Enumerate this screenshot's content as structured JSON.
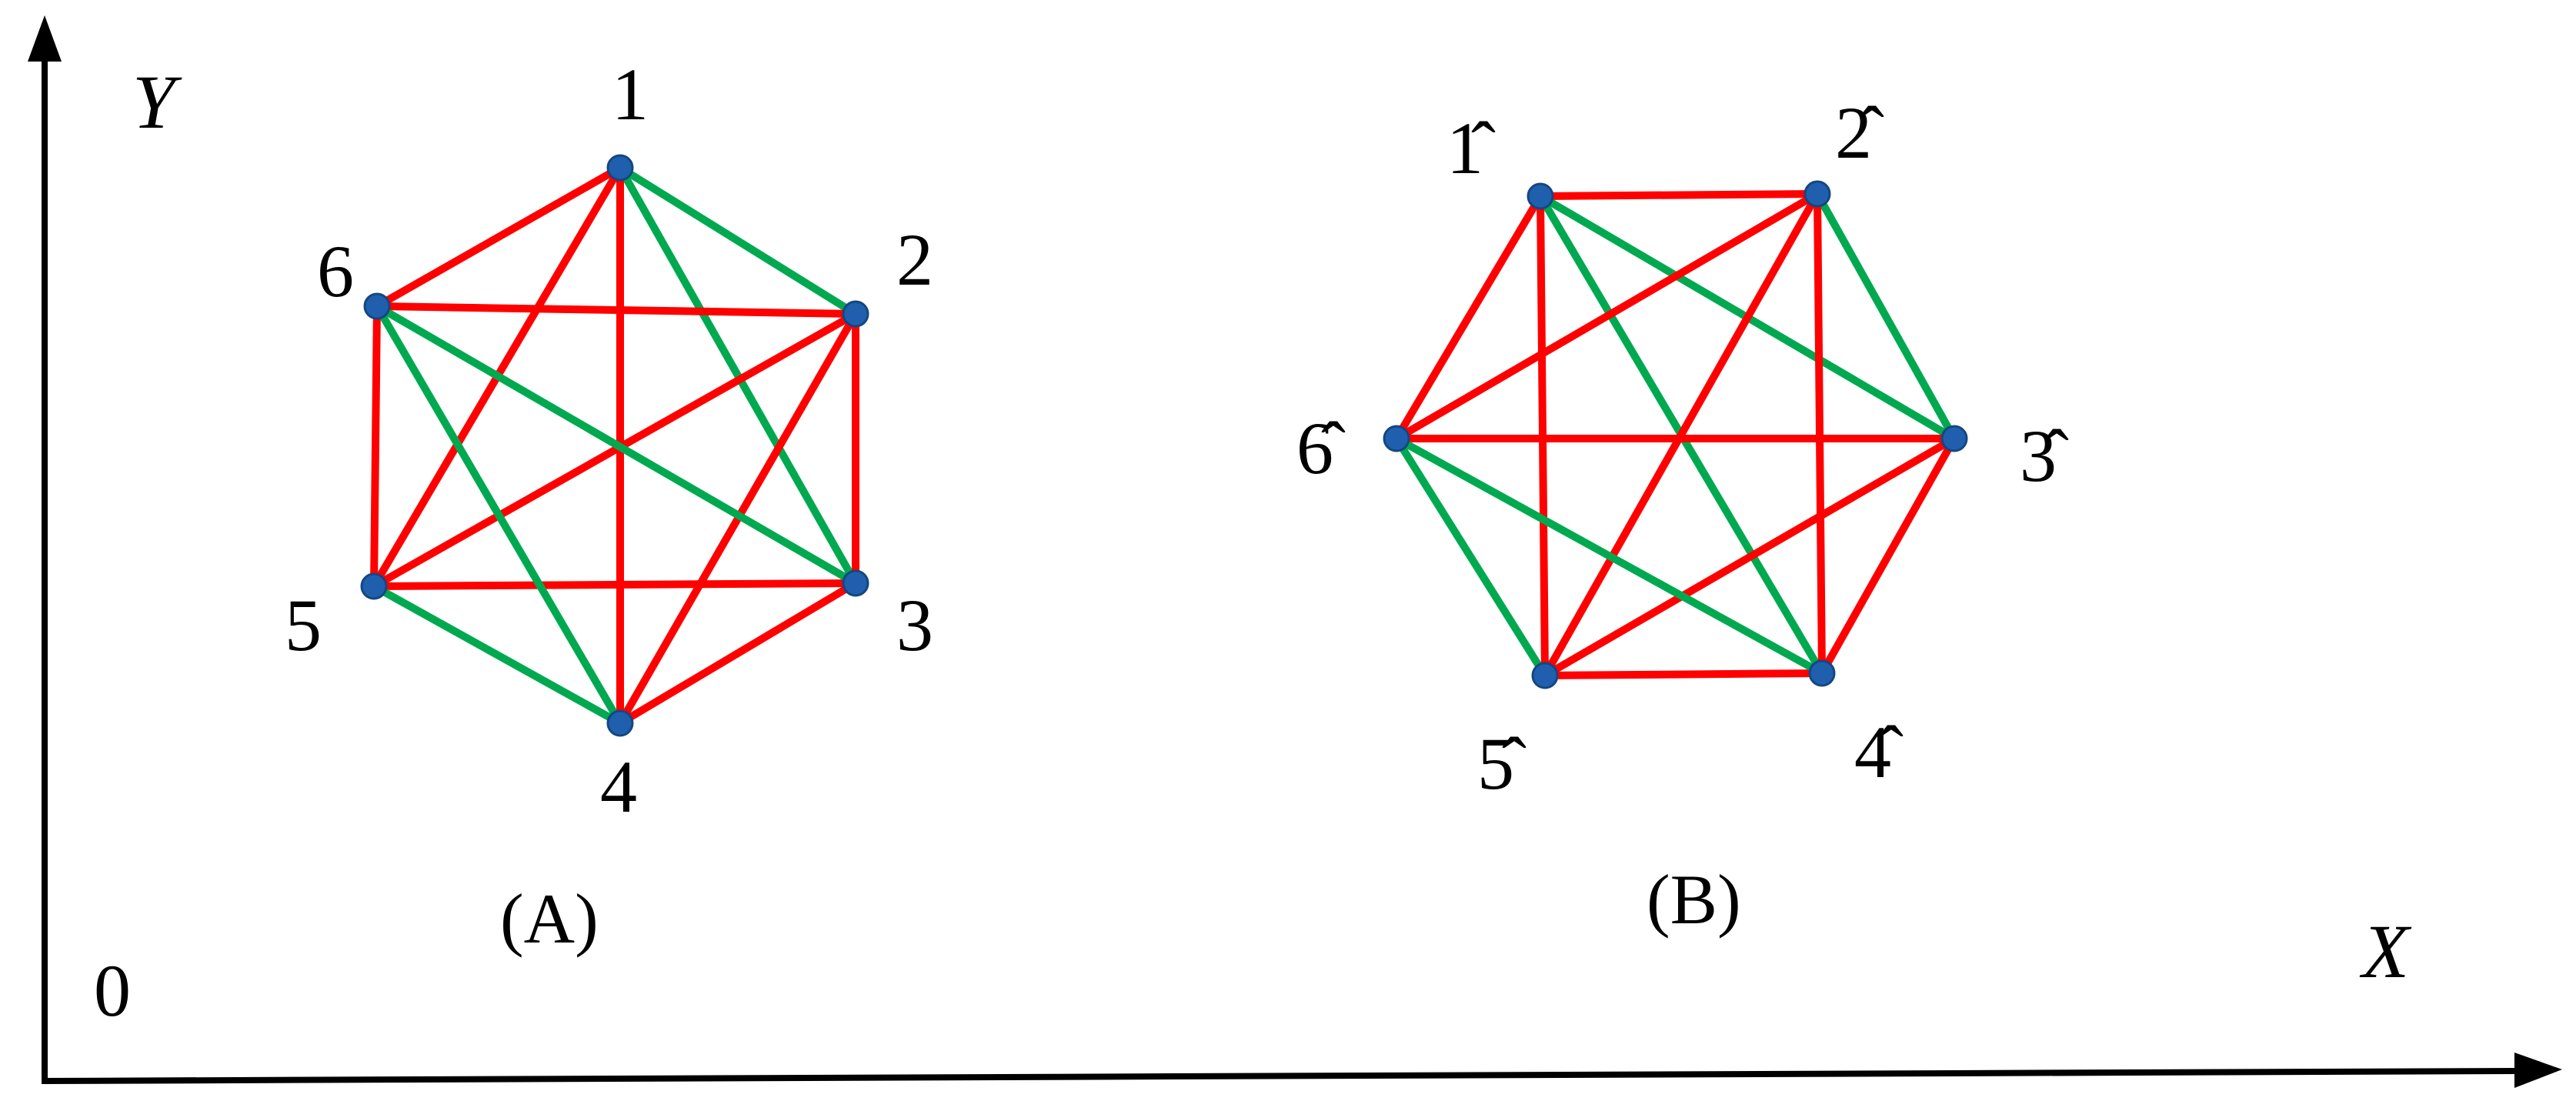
{
  "colors": {
    "red_edge": "#ff0000",
    "green_edge": "#00a94f",
    "vertex": "#1f5fae",
    "axis": "#000000"
  },
  "axes": {
    "y_label": "Y",
    "x_label": "X",
    "origin_label": "0"
  },
  "graphs": [
    {
      "id": "A",
      "caption": "(A)",
      "vertices": [
        {
          "id": "1",
          "label": "1"
        },
        {
          "id": "2",
          "label": "2"
        },
        {
          "id": "3",
          "label": "3"
        },
        {
          "id": "4",
          "label": "4"
        },
        {
          "id": "5",
          "label": "5"
        },
        {
          "id": "6",
          "label": "6"
        }
      ],
      "edges": [
        {
          "from": "1",
          "to": "2",
          "color": "green"
        },
        {
          "from": "1",
          "to": "3",
          "color": "green"
        },
        {
          "from": "1",
          "to": "4",
          "color": "red"
        },
        {
          "from": "1",
          "to": "5",
          "color": "red"
        },
        {
          "from": "1",
          "to": "6",
          "color": "red"
        },
        {
          "from": "2",
          "to": "3",
          "color": "red"
        },
        {
          "from": "2",
          "to": "4",
          "color": "red"
        },
        {
          "from": "2",
          "to": "5",
          "color": "red"
        },
        {
          "from": "2",
          "to": "6",
          "color": "red"
        },
        {
          "from": "3",
          "to": "4",
          "color": "red"
        },
        {
          "from": "3",
          "to": "5",
          "color": "red"
        },
        {
          "from": "3",
          "to": "6",
          "color": "green"
        },
        {
          "from": "4",
          "to": "5",
          "color": "green"
        },
        {
          "from": "4",
          "to": "6",
          "color": "green"
        },
        {
          "from": "5",
          "to": "6",
          "color": "red"
        }
      ]
    },
    {
      "id": "B",
      "caption": "(B)",
      "vertices": [
        {
          "id": "1",
          "label": "1̂"
        },
        {
          "id": "2",
          "label": "2̂"
        },
        {
          "id": "3",
          "label": "3̂"
        },
        {
          "id": "4",
          "label": "4̂"
        },
        {
          "id": "5",
          "label": "5̂"
        },
        {
          "id": "6",
          "label": "6̂"
        }
      ],
      "edges": [
        {
          "from": "1",
          "to": "2",
          "color": "red"
        },
        {
          "from": "1",
          "to": "3",
          "color": "green"
        },
        {
          "from": "1",
          "to": "4",
          "color": "green"
        },
        {
          "from": "1",
          "to": "5",
          "color": "red"
        },
        {
          "from": "1",
          "to": "6",
          "color": "red"
        },
        {
          "from": "2",
          "to": "3",
          "color": "green"
        },
        {
          "from": "2",
          "to": "4",
          "color": "red"
        },
        {
          "from": "2",
          "to": "5",
          "color": "red"
        },
        {
          "from": "2",
          "to": "6",
          "color": "red"
        },
        {
          "from": "3",
          "to": "4",
          "color": "red"
        },
        {
          "from": "3",
          "to": "5",
          "color": "red"
        },
        {
          "from": "3",
          "to": "6",
          "color": "red"
        },
        {
          "from": "4",
          "to": "5",
          "color": "red"
        },
        {
          "from": "4",
          "to": "6",
          "color": "green"
        },
        {
          "from": "5",
          "to": "6",
          "color": "green"
        }
      ]
    }
  ]
}
